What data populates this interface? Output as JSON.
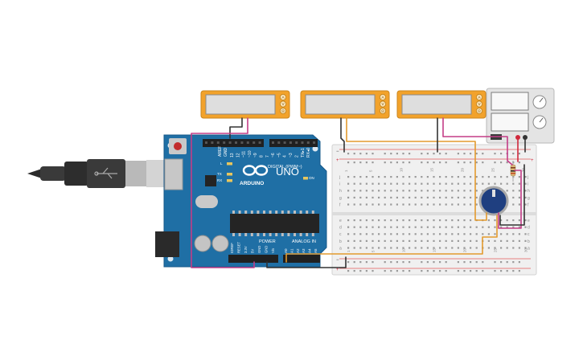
{
  "board": {
    "brand": "ARDUINO",
    "model": "UNO",
    "digital_label": "DIGITAL (PWM~)",
    "power_label": "POWER",
    "analog_label": "ANALOG IN",
    "on_label": "ON",
    "l_label": "L",
    "tx_label": "TX",
    "rx_label": "RX",
    "aref": "AREF",
    "gnd": "GND",
    "tx_pin": "TX▸1",
    "rx_pin": "RX◂0",
    "digital_pins": [
      "13",
      "12",
      "~11",
      "~10",
      "~9",
      "8",
      "7",
      "~6",
      "~5",
      "4",
      "~3",
      "2"
    ],
    "power_pins": [
      "IOREF",
      "RESET",
      "3.3V",
      "5V",
      "GND",
      "GND",
      "Vin"
    ],
    "analog_pins": [
      "A0",
      "A1",
      "A2",
      "A3",
      "A4",
      "A5"
    ]
  },
  "breadboard": {
    "row_letters_top": [
      "j",
      "i",
      "h",
      "g",
      "f"
    ],
    "row_letters_bottom": [
      "e",
      "d",
      "c",
      "b",
      "a"
    ],
    "column_labels": [
      "1",
      "5",
      "10",
      "15",
      "20",
      "25",
      "30"
    ],
    "rail_plus": "+",
    "rail_minus": "−"
  },
  "meters": [
    {
      "buttons": [
        "A",
        "V",
        "Ω"
      ]
    },
    {
      "buttons": [
        "A",
        "V",
        "Ω"
      ]
    },
    {
      "buttons": [
        "A",
        "V",
        "Ω"
      ]
    }
  ],
  "components": [
    "usb-cable",
    "arduino-uno",
    "breadboard",
    "multimeter-1",
    "multimeter-2",
    "multimeter-3",
    "power-supply",
    "potentiometer",
    "resistor"
  ],
  "colors": {
    "board": "#1f6fa5",
    "meter": "#f2a22b",
    "wire_magenta": "#c43d87",
    "wire_orange": "#e39a2e",
    "wire_black": "#333333",
    "wire_red": "#d0283c"
  }
}
